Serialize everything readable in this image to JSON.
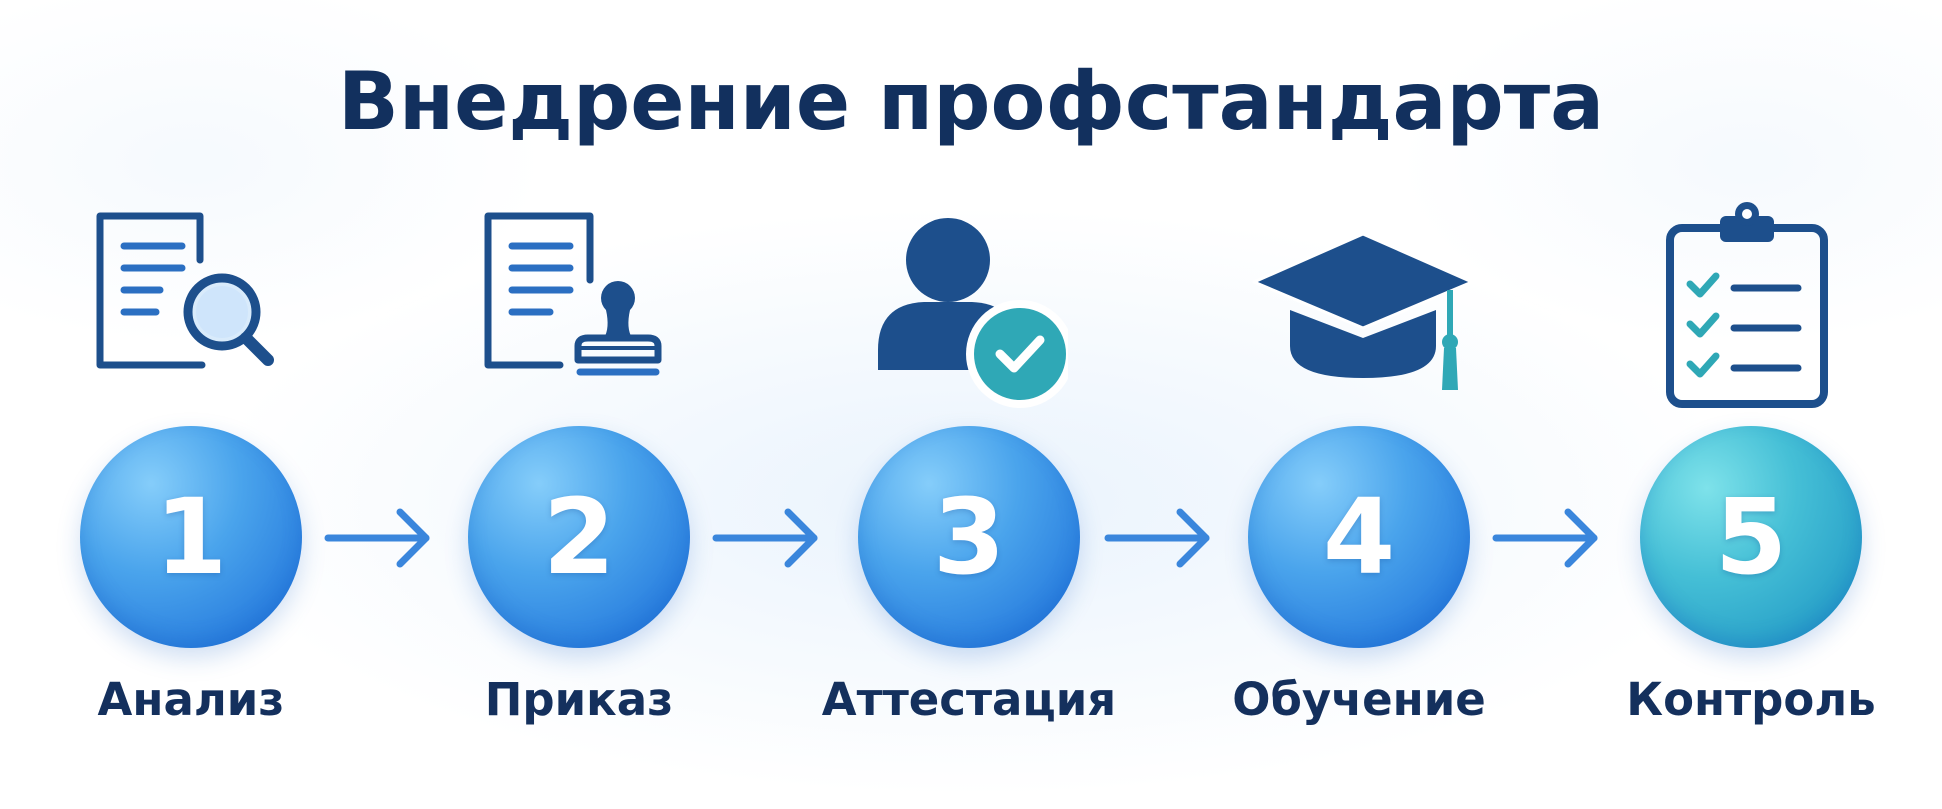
{
  "title": "Внедрение профстандарта",
  "colors": {
    "title": "#12305e",
    "label": "#14305d",
    "icon_dark": "#1d4f8c",
    "icon_line": "#2b6fc2",
    "icon_teal": "#2fa8b6",
    "circle_blue": "#2a7fdf",
    "circle_teal": "#279fc8",
    "arrow": "#3a86dc"
  },
  "steps": [
    {
      "number": "1",
      "label": "Анализ",
      "icon": "document-search-icon",
      "circle": "blue"
    },
    {
      "number": "2",
      "label": "Приказ",
      "icon": "document-stamp-icon",
      "circle": "blue"
    },
    {
      "number": "3",
      "label": "Аттестация",
      "icon": "user-check-icon",
      "circle": "blue"
    },
    {
      "number": "4",
      "label": "Обучение",
      "icon": "graduation-cap-icon",
      "circle": "blue"
    },
    {
      "number": "5",
      "label": "Контроль",
      "icon": "clipboard-checklist-icon",
      "circle": "teal"
    }
  ],
  "connectors": [
    "arrow-right-icon",
    "arrow-right-icon",
    "arrow-right-icon",
    "arrow-right-icon"
  ]
}
